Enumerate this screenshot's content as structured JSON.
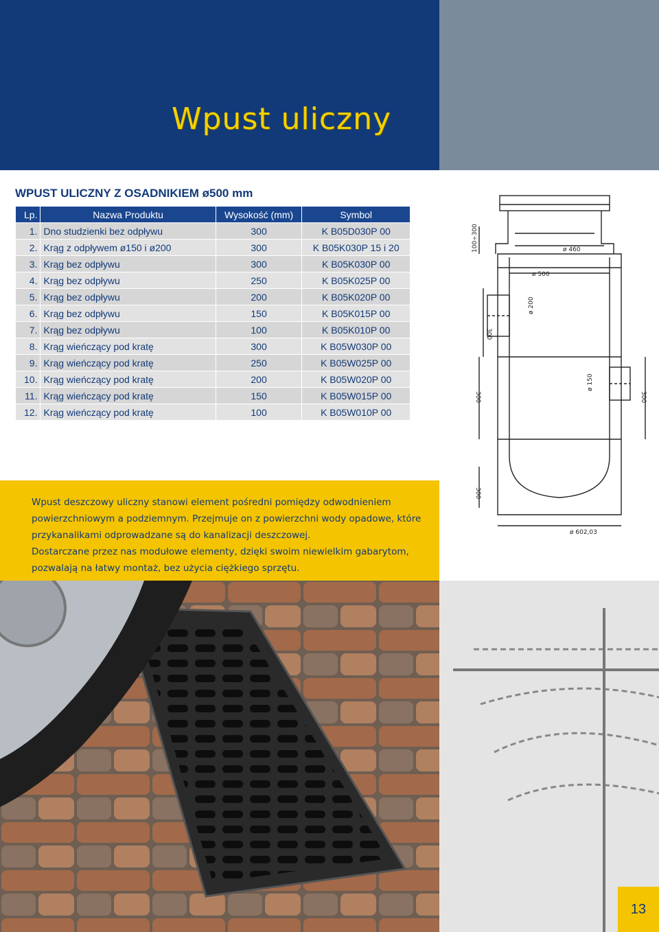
{
  "header": {
    "title": "Wpust uliczny"
  },
  "section_title": "WPUST ULICZNY Z OSADNIKIEM ø500 mm",
  "table": {
    "headers": [
      "Lp.",
      "Nazwa Produktu",
      "Wysokość (mm)",
      "Symbol"
    ],
    "rows": [
      [
        "1.",
        "Dno studzienki bez odpływu",
        "300",
        "K B05D030P 00"
      ],
      [
        "2.",
        "Krąg z odpływem ø150 i ø200",
        "300",
        "K B05K030P 15 i 20"
      ],
      [
        "3.",
        "Krąg bez odpływu",
        "300",
        "K B05K030P 00"
      ],
      [
        "4.",
        "Krąg bez odpływu",
        "250",
        "K B05K025P 00"
      ],
      [
        "5.",
        "Krąg bez odpływu",
        "200",
        "K B05K020P 00"
      ],
      [
        "6.",
        "Krąg bez odpływu",
        "150",
        "K B05K015P 00"
      ],
      [
        "7.",
        "Krąg bez odpływu",
        "100",
        "K B05K010P 00"
      ],
      [
        "8.",
        "Krąg wieńczący pod kratę",
        "300",
        "K B05W030P 00"
      ],
      [
        "9.",
        "Krąg wieńczący pod kratę",
        "250",
        "K B05W025P 00"
      ],
      [
        "10.",
        "Krąg wieńczący pod kratę",
        "200",
        "K B05W020P 00"
      ],
      [
        "11.",
        "Krąg wieńczący pod kratę",
        "150",
        "K B05W015P 00"
      ],
      [
        "12.",
        "Krąg wieńczący pod kratę",
        "100",
        "K B05W010P 00"
      ]
    ]
  },
  "description": {
    "paragraph1": "Wpust deszczowy uliczny stanowi element pośredni pomiędzy odwodnieniem powierzchniowym a podziemnym. Przejmuje on z powierzchni wody opadowe, które przykanalikami odprowadzane są do kanalizacji deszczowej.",
    "paragraph2": "Dostarczane przez nas modułowe elementy, dzięki swoim niewielkim gabarytom, pozwalają na łatwy montaż, bez użycia ciężkiego sprzętu."
  },
  "drawing_labels": {
    "d460": "ø 460",
    "d500": "ø 500",
    "d200": "ø 200",
    "d150": "ø 150",
    "d602": "ø 602,03",
    "h_top": "100÷300",
    "h300a": "300",
    "h300b": "300",
    "h300c": "300",
    "h300d": "300"
  },
  "page_number": "13",
  "colors": {
    "navy": "#123a78",
    "yellow": "#f4c400",
    "grey": "#7a8c9c",
    "row": "#d6d6d6"
  }
}
